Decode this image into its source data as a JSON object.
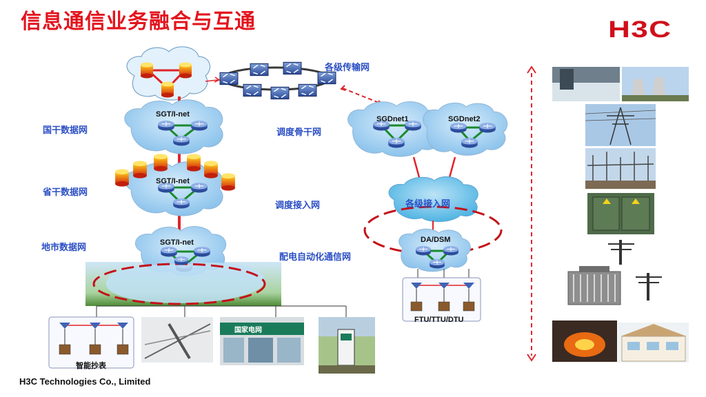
{
  "page": {
    "title": "信息通信业务融合与互通",
    "logo": "H3C",
    "footer": "H3C Technologies Co., Limited"
  },
  "diagram": {
    "left_labels": {
      "national": "国干数据网",
      "provincial": "省干数据网",
      "municipal": "地市数据网"
    },
    "mid_labels": {
      "transport": "各级传输网",
      "dispatch_backbone": "调度骨干网",
      "dispatch_access": "调度接入网",
      "distribution_comm": "配电自动化通信网"
    },
    "cloud_labels": {
      "sgt_national": "SGT/I-net",
      "sgt_provincial": "SGT/I-net",
      "sgt_municipal": "SGT/I-net",
      "sgdnet1": "SGDnet1",
      "sgdnet2": "SGDnet2",
      "access": "各级接入网",
      "dadsm": "DA/DSM"
    },
    "device_labels": {
      "ftu": "FTU/TTU/DTU",
      "smart_meter": "智能抄表"
    },
    "photo_storefront_sign": "国家电网",
    "colors": {
      "title_red": "#e3141e",
      "label_blue": "#2b4fc4",
      "cloud_blue": "#9fcdf0",
      "link_green": "#1a8a2a",
      "link_red": "#e0242a"
    }
  }
}
